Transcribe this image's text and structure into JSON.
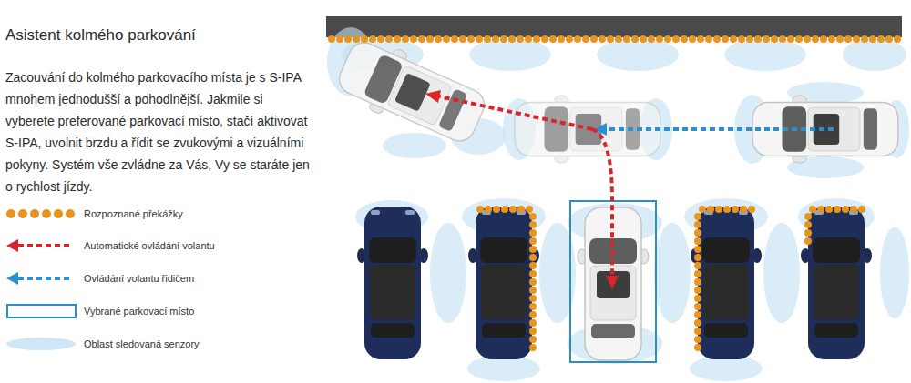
{
  "diagram": {
    "title": "Asistent kolmého parkování",
    "labels": [
      "Zacouvání do kolmého parkovacího místa je s S-IPA mnohem jednodušší a pohodlnější. Jakmile si vyberete preferované parkovací místo, stačí aktivovat S-IPA, uvolnit brzdu a řídit se zvukovými a vizuálními pokyny. Systém vše zvládne za Vás, Vy se staráte jen o rychlost jízdy."
    ],
    "legend": [
      {
        "text": "Rozpoznané překážky"
      },
      {
        "text": "Automatické ovládání volantu"
      },
      {
        "text": "Ovládání volantu řidičem"
      },
      {
        "text": "Vybrané parkovací místo"
      },
      {
        "text": "Oblast sledovaná senzory"
      }
    ]
  }
}
